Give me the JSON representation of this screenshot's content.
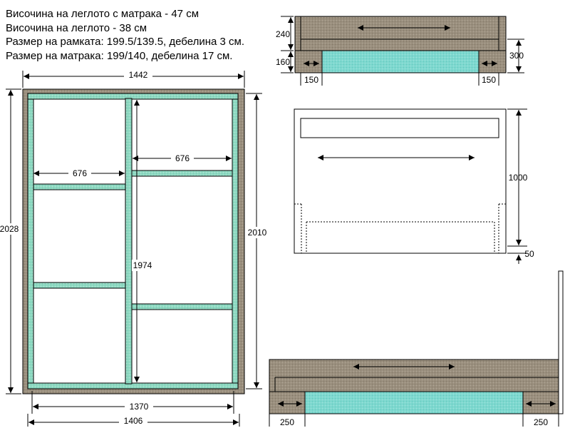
{
  "notes": [
    "Височина на леглото с матрака - 47 см",
    "Височина на леглото - 38 см",
    "Размер на рамката: 199.5/139.5, дебелина 3 см.",
    "Размер на матрака: 199/140, дебелина 17 см."
  ],
  "plan_view": {
    "outer_width": "1442",
    "inner_width": "1370",
    "base_width": "1406",
    "outer_length": "2028",
    "inner_length": "2010",
    "center_beam_length": "1974",
    "slat_span_left": "676",
    "slat_span_right": "676"
  },
  "side_section": {
    "upper_height": "240",
    "lower_height": "160",
    "total_height": "300",
    "left_inset": "150",
    "right_inset": "150"
  },
  "headboard": {
    "height": "1000",
    "base_height": "50"
  },
  "long_section": {
    "left_inset": "250",
    "right_inset": "250"
  },
  "colors": {
    "frame_wood": "#9a8f7e",
    "slat_fill": "#8fd9c2",
    "mattress_fill": "#7ed8cf",
    "outline": "#000000",
    "dim_line": "#000000"
  }
}
